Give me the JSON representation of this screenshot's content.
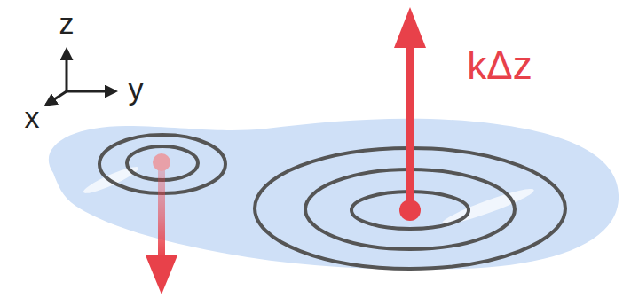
{
  "diagram": {
    "labels": [
      "z",
      "y",
      "x",
      "kΔz"
    ]
  }
}
